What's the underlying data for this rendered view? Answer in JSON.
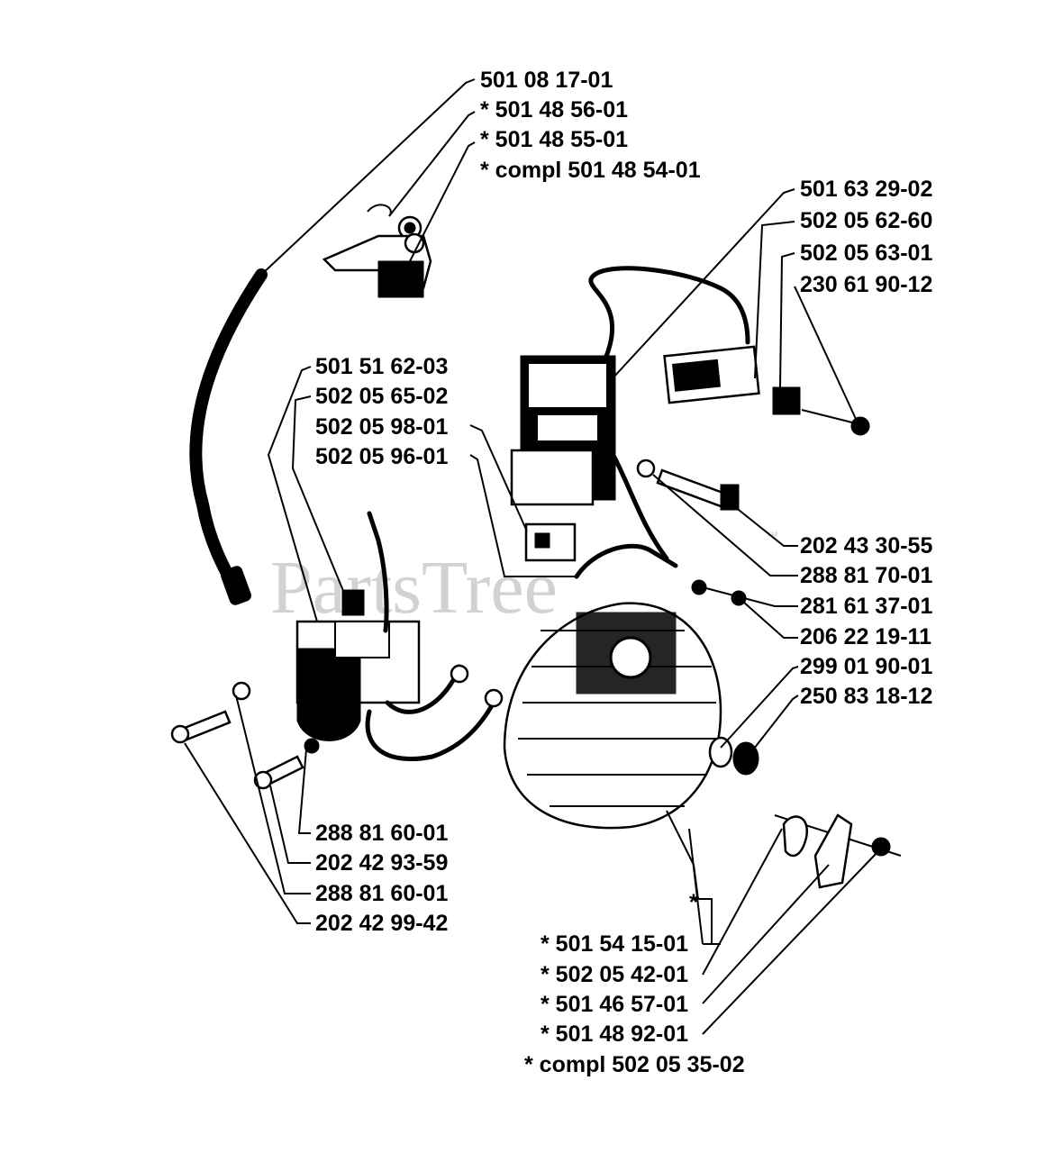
{
  "watermark": "PartsTree",
  "watermark_tm": "™",
  "labels": {
    "l1": "501 08 17-01",
    "l2": "*  501 48 56-01",
    "l3": "*  501 48 55-01",
    "l4": "*  compl 501 48 54-01",
    "l5": "501 63 29-02",
    "l6": "502 05 62-60",
    "l7": "502 05 63-01",
    "l8": "230 61 90-12",
    "l9": "501 51 62-03",
    "l10": "502 05 65-02",
    "l11": "502 05 98-01",
    "l12": "502 05 96-01",
    "l13": "202 43 30-55",
    "l14": "288 81 70-01",
    "l15": "281 61 37-01",
    "l16": "206 22 19-11",
    "l17": "299 01 90-01",
    "l18": "250 83 18-12",
    "l19": "288 81 60-01",
    "l20": "202 42 93-59",
    "l21": "288 81 60-01",
    "l22": "202 42 99-42",
    "l23": "*",
    "l24": "*  501 54 15-01",
    "l25": "*  502 05 42-01",
    "l26": "*  501 46 57-01",
    "l27": "*  501 48 92-01",
    "l28": "*  compl 502 05 35-02"
  }
}
